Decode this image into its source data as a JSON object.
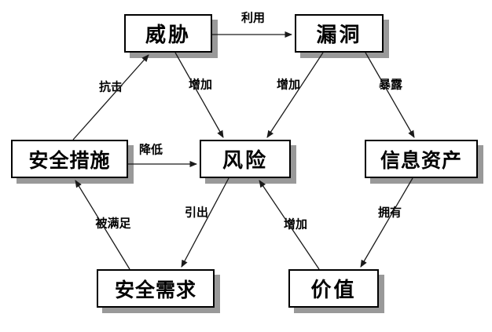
{
  "diagram": {
    "type": "relationship-diagram",
    "colors": {
      "background": "#ffffff",
      "box_fill": "#ffffff",
      "box_border": "#000000",
      "box_shadow": "#999999",
      "line": "#1a1a1a",
      "text": "#000000"
    },
    "nodes": [
      {
        "id": "threat",
        "label": "威胁"
      },
      {
        "id": "vulnerability",
        "label": "漏洞"
      },
      {
        "id": "security-measures",
        "label": "安全措施"
      },
      {
        "id": "risk",
        "label": "风险"
      },
      {
        "id": "information-assets",
        "label": "信息资产"
      },
      {
        "id": "security-requirements",
        "label": "安全需求"
      },
      {
        "id": "value",
        "label": "价值"
      }
    ],
    "edges": [
      {
        "from": "threat",
        "to": "vulnerability",
        "label": "利用"
      },
      {
        "from": "security-measures",
        "to": "threat",
        "label": "抗击"
      },
      {
        "from": "threat",
        "to": "risk",
        "label": "增加"
      },
      {
        "from": "vulnerability",
        "to": "risk",
        "label": "增加"
      },
      {
        "from": "vulnerability",
        "to": "information-assets",
        "label": "暴露"
      },
      {
        "from": "security-measures",
        "to": "risk",
        "label": "降低"
      },
      {
        "from": "risk",
        "to": "security-requirements",
        "label": "引出"
      },
      {
        "from": "security-requirements",
        "to": "security-measures",
        "label": "被满足"
      },
      {
        "from": "value",
        "to": "risk",
        "label": "增加"
      },
      {
        "from": "information-assets",
        "to": "value",
        "label": "拥有"
      }
    ]
  }
}
